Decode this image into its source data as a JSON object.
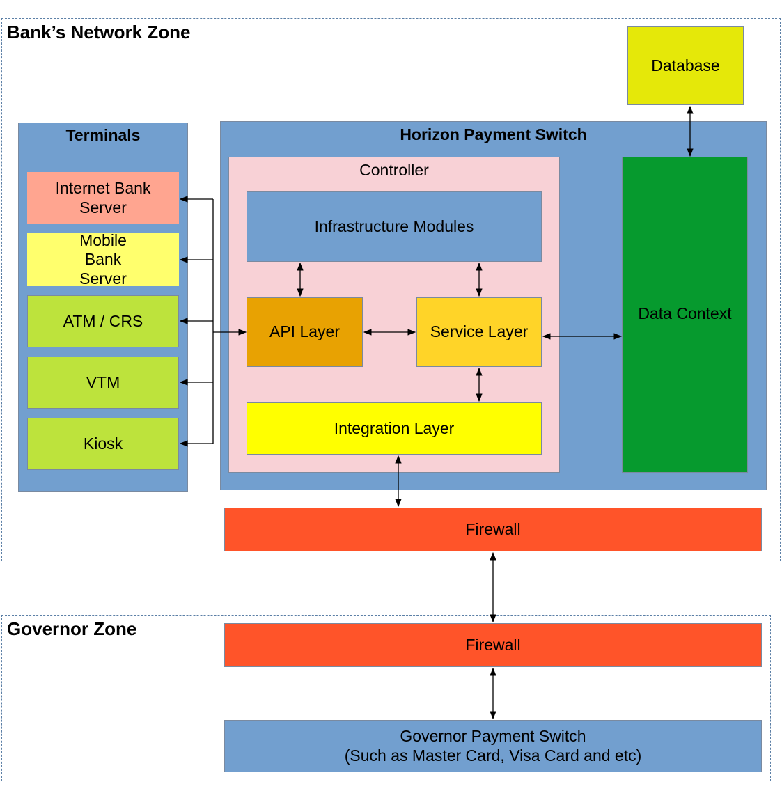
{
  "zones": {
    "bank": {
      "title": "Bank’s Network Zone"
    },
    "governor": {
      "title": "Governor Zone"
    }
  },
  "database": {
    "label": "Database",
    "color": "#e5e809"
  },
  "terminals": {
    "title": "Terminals",
    "color": "#729fcf",
    "items": [
      {
        "label": "Internet Bank Server",
        "color": "#ffa590"
      },
      {
        "label": "Mobile Bank Server",
        "color": "#ffff6d"
      },
      {
        "label": "ATM / CRS",
        "color": "#bde33c"
      },
      {
        "label": "VTM",
        "color": "#bde33c"
      },
      {
        "label": "Kiosk",
        "color": "#bde33c"
      }
    ]
  },
  "switch": {
    "title": "Horizon Payment Switch",
    "color": "#729fcf",
    "controller": {
      "title": "Controller",
      "color": "#f8d1d6",
      "infrastructure": {
        "label": "Infrastructure Modules",
        "color": "#729fcf"
      },
      "api": {
        "label": "API Layer",
        "color": "#e8a202"
      },
      "service": {
        "label": "Service Layer",
        "color": "#ffd428"
      },
      "integration": {
        "label": "Integration Layer",
        "color": "#ffff00"
      }
    },
    "data_context": {
      "label": "Data Context",
      "color": "#069a2e"
    }
  },
  "firewall_bank": {
    "label": "Firewall",
    "color": "#ff5429"
  },
  "firewall_governor": {
    "label": "Firewall",
    "color": "#ff5429"
  },
  "governor_switch": {
    "line1": "Governor Payment Switch",
    "line2": "(Such as Master Card, Visa Card and etc)",
    "color": "#729fcf"
  }
}
